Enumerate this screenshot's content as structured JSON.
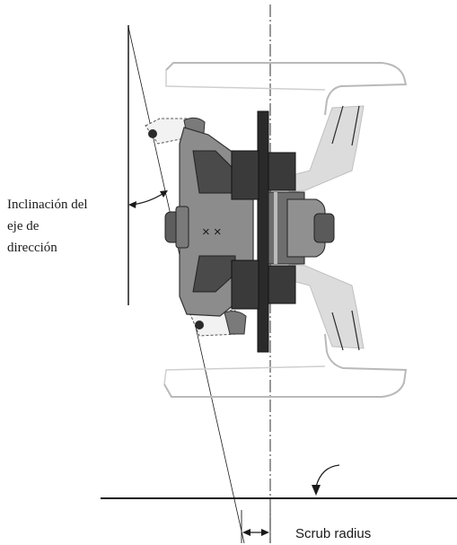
{
  "labels": {
    "kingpin_line1": "Inclinación del",
    "kingpin_line2": "eje de",
    "kingpin_line3": "dirección",
    "scrub_radius": "Scrub radius"
  },
  "colors": {
    "line": "#1a1a1a",
    "caliper": "#8c8c8c",
    "caliper_dark": "#4a4a4a",
    "rim": "#cfcfcf",
    "rim_light": "#e6e6e6",
    "disc": "#2a2a2a",
    "hub": "#6e6e6e"
  }
}
